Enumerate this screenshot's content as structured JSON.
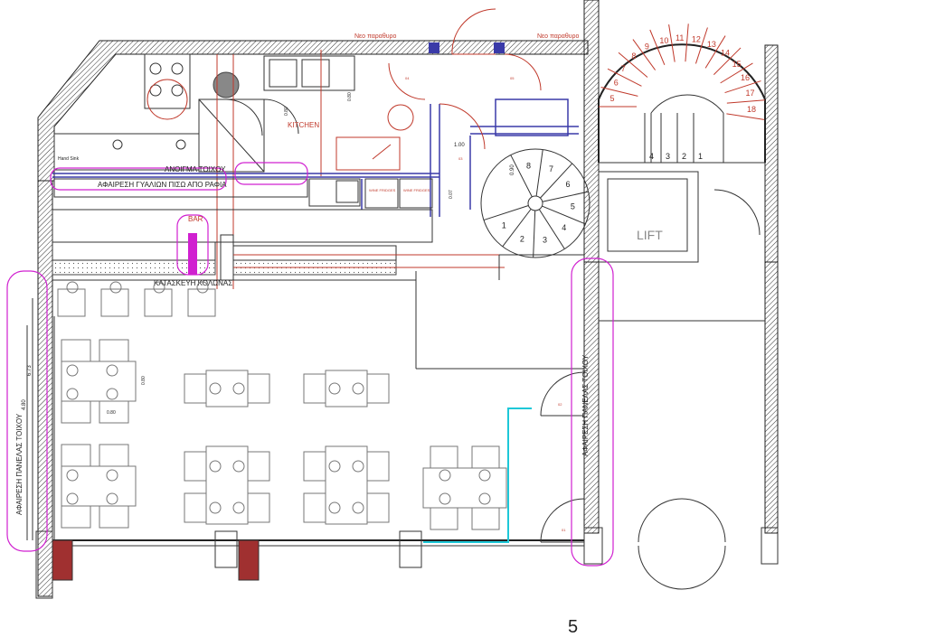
{
  "labels": {
    "new_window_1": "Νεο παραθυρο",
    "new_window_2": "Νεο παραθυρο",
    "kitchen": "KITCHEN",
    "hand_sink": "Hand Sink",
    "wall_opening": "ΑΝΟΙΓΜΑ ΤΟΙΧΟΥ",
    "remove_glass": "ΑΦΑΙΡΕΣΗ ΓΥΑΛΙΩΝ ΠΙΣΩ ΑΠΟ ΡΑΦΙΑ",
    "bar": "BAR",
    "column": "ΚΑΤΑΣΚΕΥΗ ΚΟΛΩΝΑΣ",
    "remove_panel_left": "ΑΦΑΙΡΕΣΗ ΠΑΝΕΛΑΣ ΤΟΙΧΟΥ",
    "remove_panel_right": "ΑΦΑΙΡΕΣΗ ΠΑΝΕΛΑΣ ΤΟΙΧΟΥ",
    "lift": "LIFT",
    "wine_fridge_1": "WINE FRIDGES",
    "wine_fridge_2": "WINE FRIDGES",
    "page_number": "5"
  },
  "door_tags": [
    "04",
    "05",
    "03",
    "02",
    "01"
  ],
  "dimensions": {
    "left_outer": "6.73",
    "left_inner": "4.80",
    "door_width": "1.00",
    "stair_width": "0.90",
    "table_w": "0.80",
    "table_h": "0.80",
    "kitchen_gap": "0.80",
    "small_1": "0.80",
    "small_2": "0.07"
  },
  "spiral_stair_steps": [
    "1",
    "2",
    "3",
    "4",
    "5",
    "6",
    "7",
    "8"
  ],
  "main_stair_steps": [
    "1",
    "2",
    "3",
    "4",
    "5",
    "6",
    "7",
    "8",
    "9",
    "10",
    "11",
    "12",
    "13",
    "14",
    "15",
    "16",
    "17",
    "18"
  ],
  "colors": {
    "wall": "#222222",
    "redline": "#c0392b",
    "revision_cloud": "#d020d0",
    "new_partition": "#3a3aa8",
    "glass_line": "#1ec8d8"
  }
}
